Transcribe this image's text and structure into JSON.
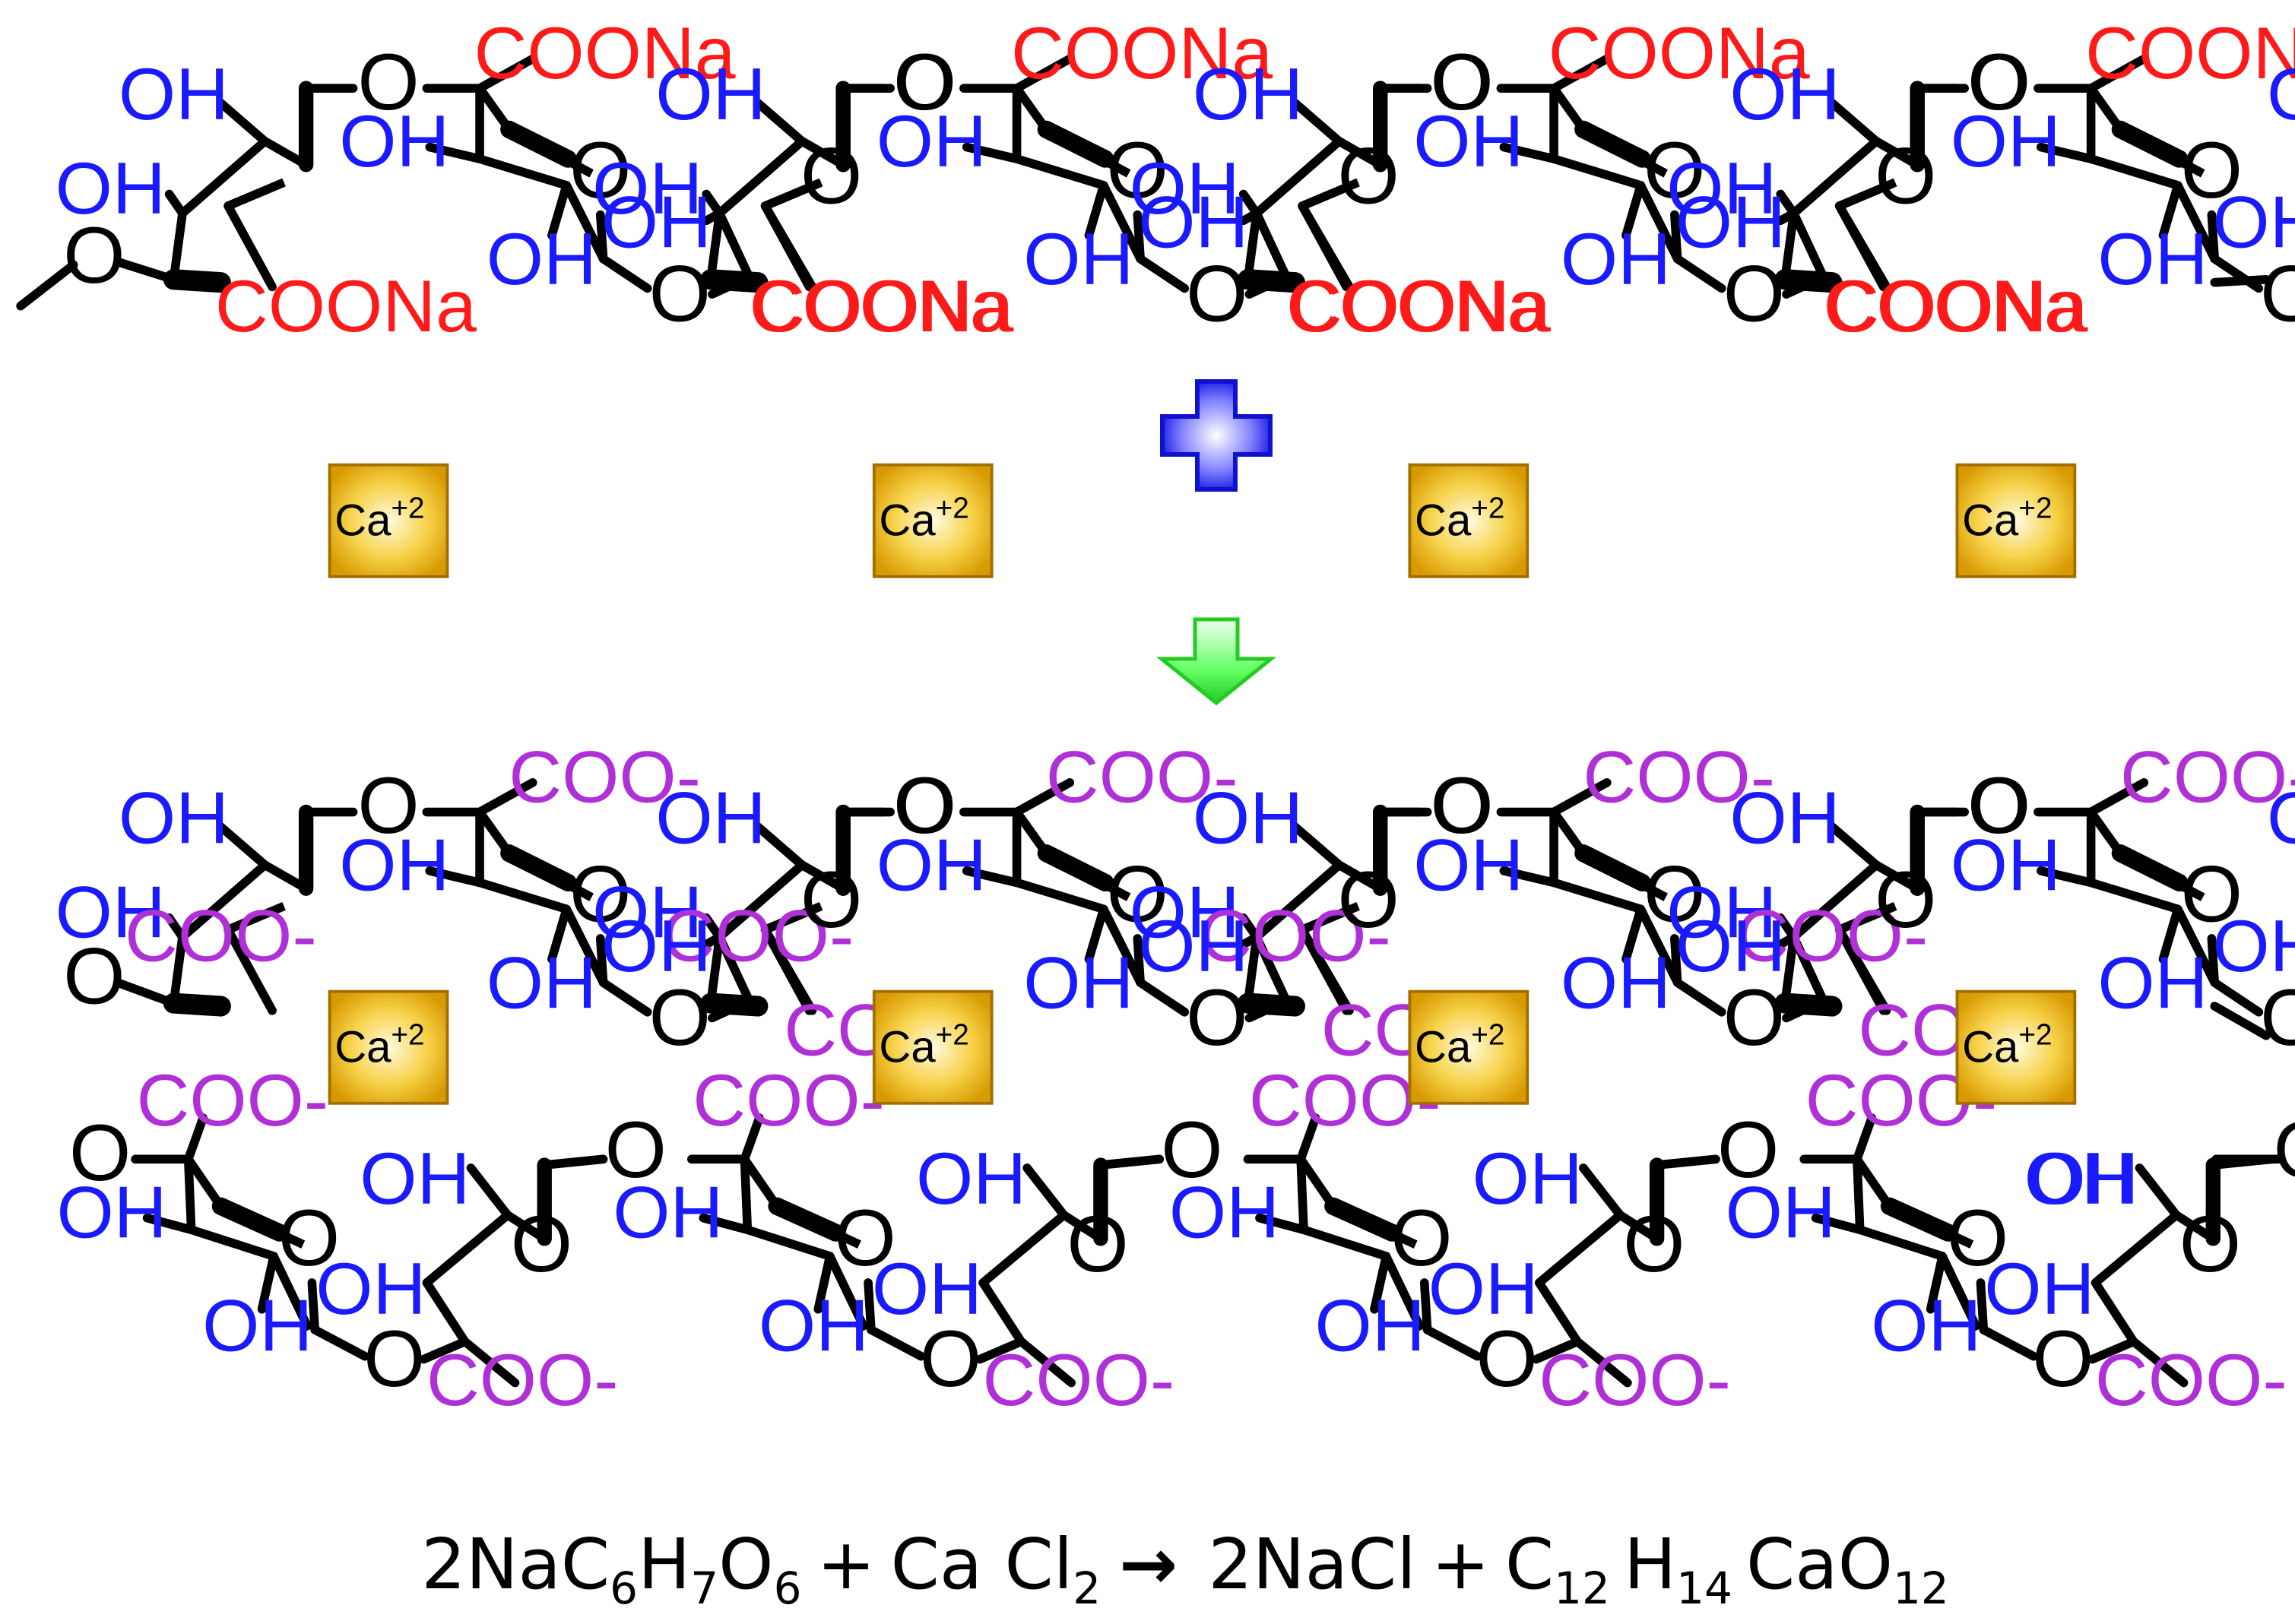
{
  "colors": {
    "bond": "#000000",
    "hydroxyl": "#1a1aff",
    "carboxylate_sodium": "#ff1a1a",
    "carboxylate_ion": "#b030d8",
    "calcium_box": "#e8a800",
    "calcium_box_light": "#fff3b0",
    "plus_sign": "#2020ff",
    "arrow": "#33ee33"
  },
  "icons": {
    "plus": "blue-plus-icon",
    "arrow": "green-down-arrow-icon"
  },
  "labels": {
    "hydroxyl": "OH",
    "ring_oxygen": "O",
    "sodium_carboxylate": "COONa",
    "carboxylate_ion": "COO-",
    "calcium_base": "Ca",
    "calcium_charge": "+2"
  },
  "equation": {
    "reactant1_coef": "2",
    "reactant1": "NaC",
    "reactant1_c": "6",
    "reactant1_h": "7",
    "reactant1_o": "6",
    "plus1": "+",
    "reactant2": "Ca Cl",
    "reactant2_sub": "2",
    "arrow": "→",
    "product1": "2NaCl",
    "plus2": "+",
    "product2_c": "12",
    "product2_h": "14",
    "product2_rest": "CaO",
    "product2_o": "12"
  }
}
